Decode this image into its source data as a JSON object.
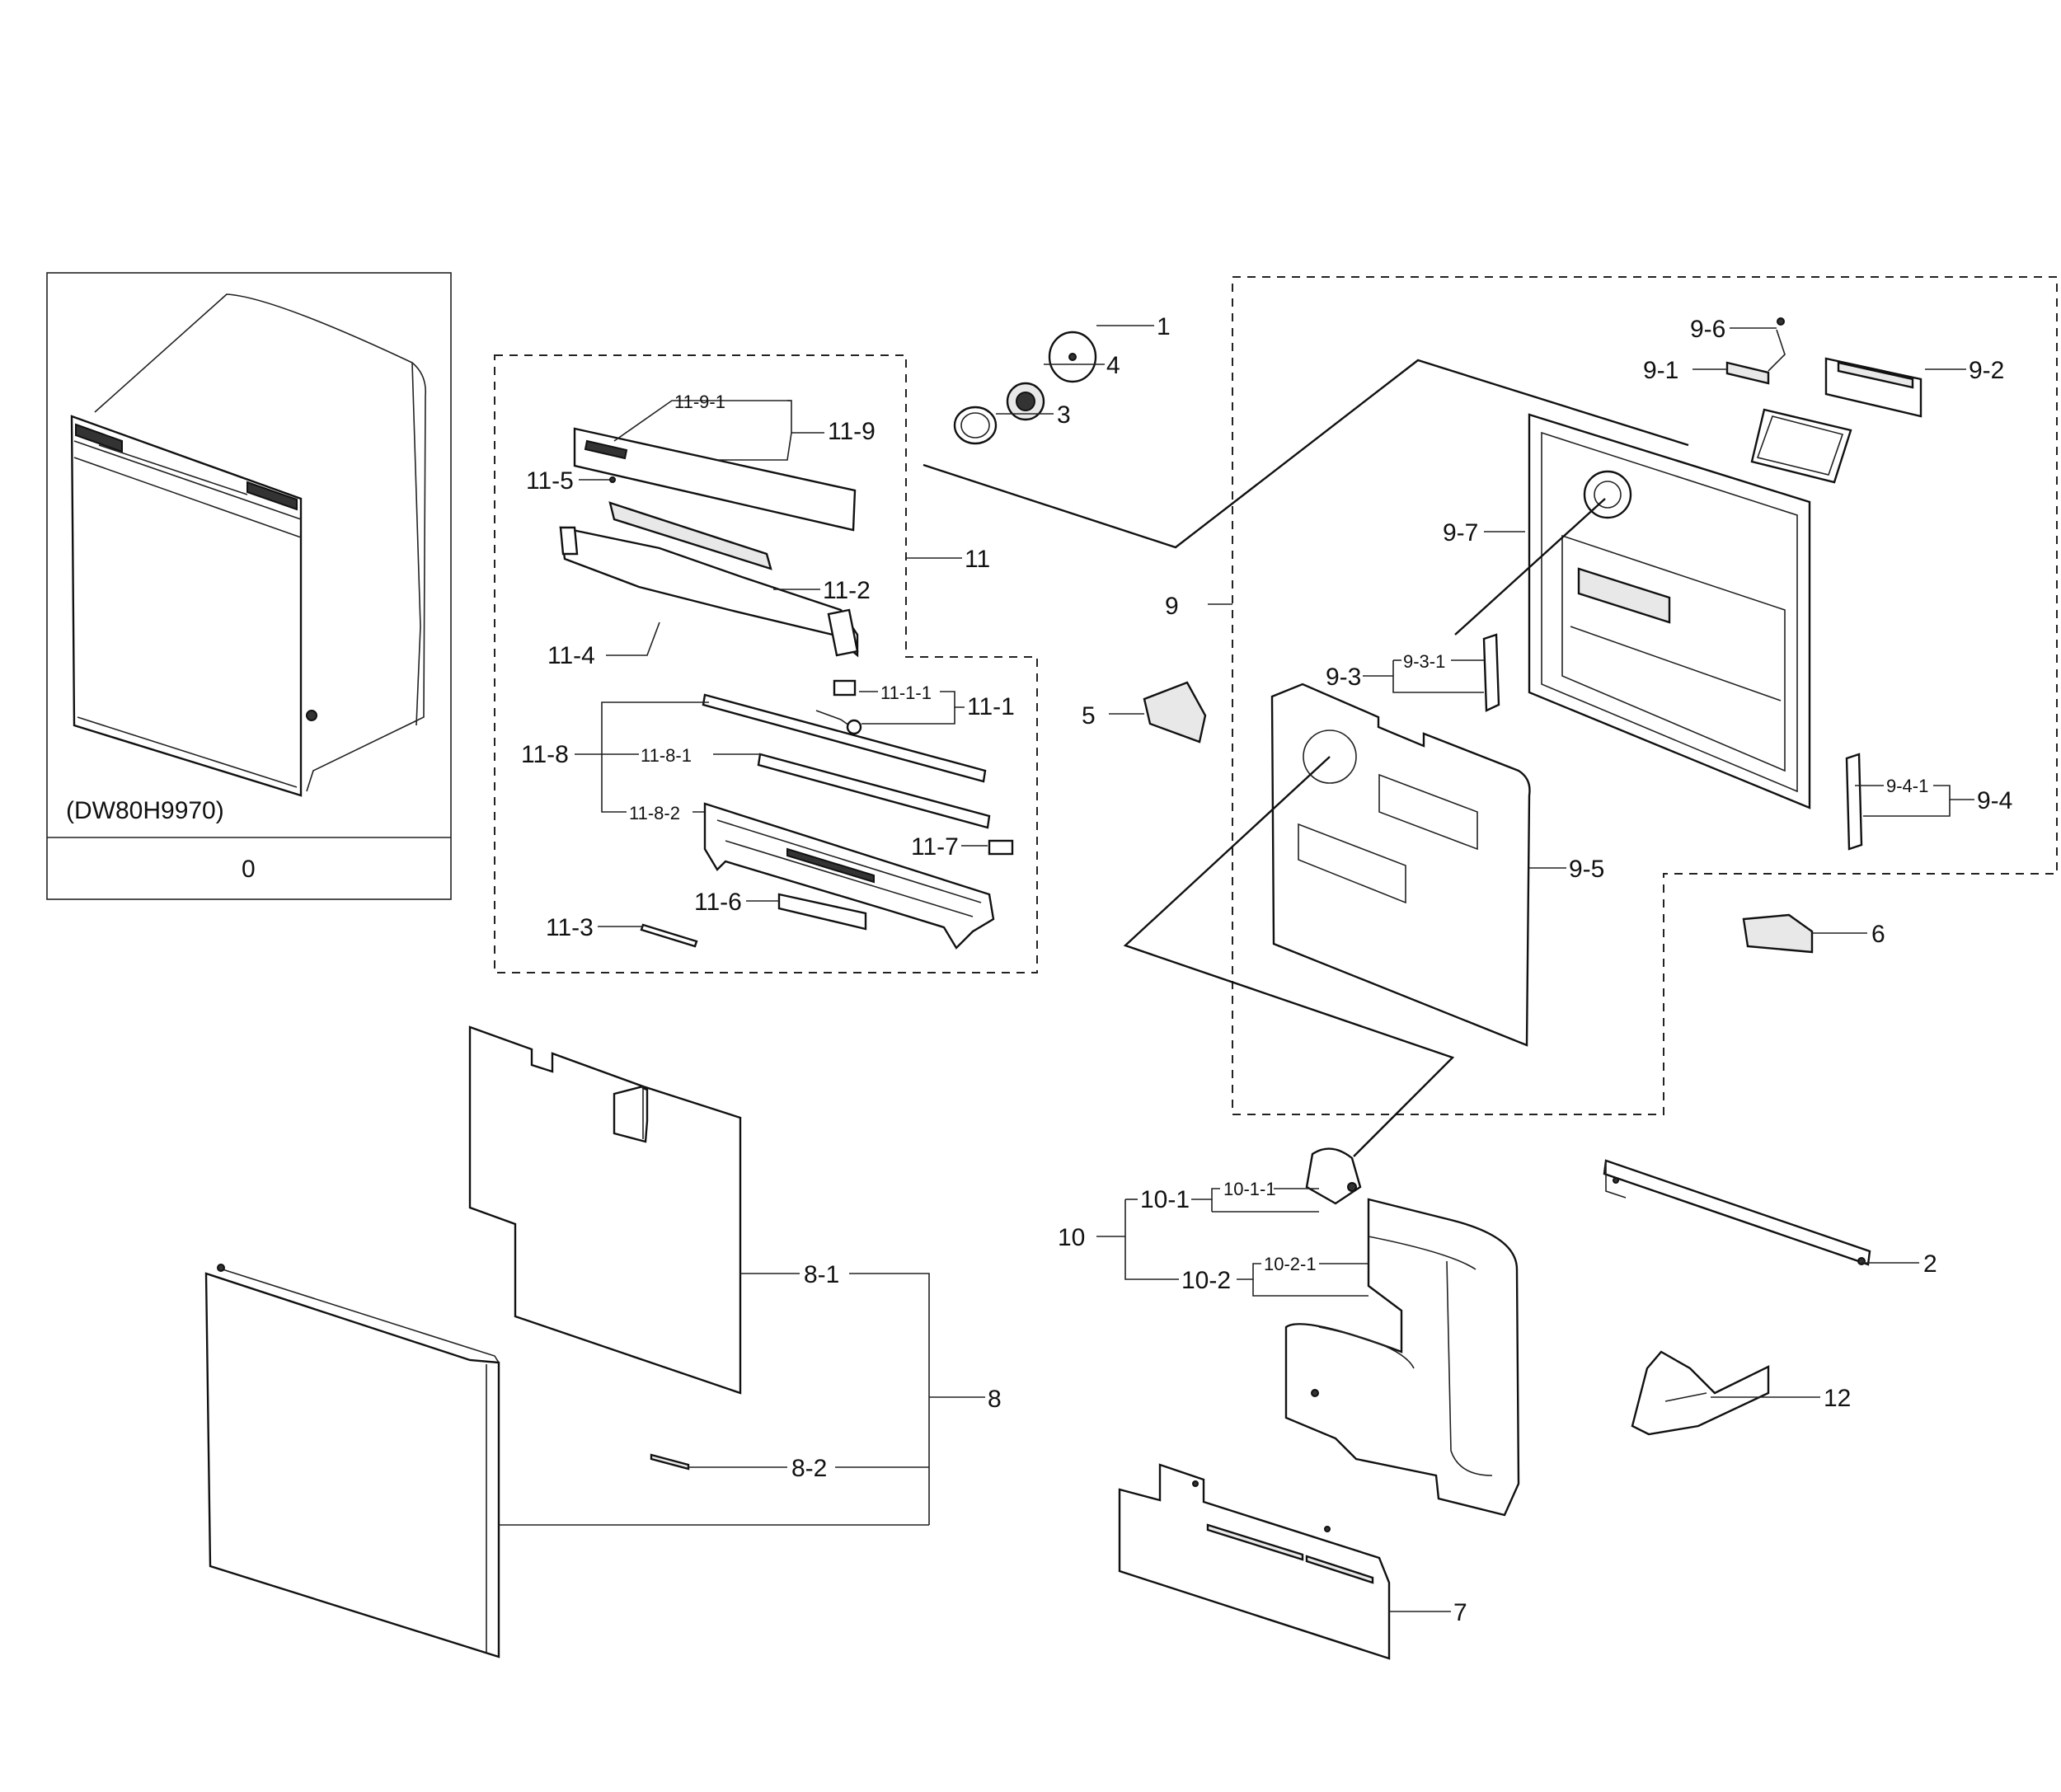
{
  "model_code": "(DW80H9970)",
  "labels": {
    "l0": "0",
    "l1": "1",
    "l2": "2",
    "l3": "3",
    "l4": "4",
    "l5": "5",
    "l6": "6",
    "l7": "7",
    "l8": "8",
    "l8_1": "8-1",
    "l8_2": "8-2",
    "l9": "9",
    "l9_1": "9-1",
    "l9_2": "9-2",
    "l9_3": "9-3",
    "l9_3_1": "9-3-1",
    "l9_4": "9-4",
    "l9_4_1": "9-4-1",
    "l9_5": "9-5",
    "l9_6": "9-6",
    "l9_7": "9-7",
    "l10": "10",
    "l10_1": "10-1",
    "l10_1_1": "10-1-1",
    "l10_2": "10-2",
    "l10_2_1": "10-2-1",
    "l11": "11",
    "l11_1": "11-1",
    "l11_1_1": "11-1-1",
    "l11_2": "11-2",
    "l11_3": "11-3",
    "l11_4": "11-4",
    "l11_5": "11-5",
    "l11_6": "11-6",
    "l11_7": "11-7",
    "l11_8": "11-8",
    "l11_8_1": "11-8-1",
    "l11_8_2": "11-8-2",
    "l11_9": "11-9",
    "l11_9_1": "11-9-1",
    "l12": "12"
  }
}
